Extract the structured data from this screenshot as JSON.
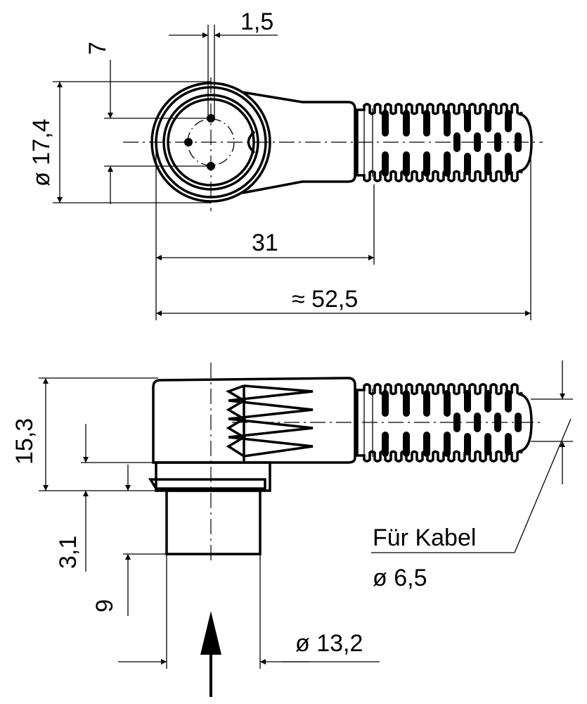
{
  "title": "Angled connector dimensional drawing",
  "top_view": {
    "dim_pin_width": "1,5",
    "dim_pin_spacing": "7",
    "dim_diameter": "ø 17,4",
    "dim_body_length": "31",
    "dim_total_length": "≈ 52,5"
  },
  "side_view": {
    "dim_height": "15,3",
    "dim_flange": "3,1",
    "dim_insert_depth": "9",
    "dim_insert_diameter": "ø 13,2",
    "cable_label": "Für Kabel",
    "cable_diameter": "ø 6,5"
  },
  "colors": {
    "line": "#000000",
    "background": "#ffffff"
  }
}
